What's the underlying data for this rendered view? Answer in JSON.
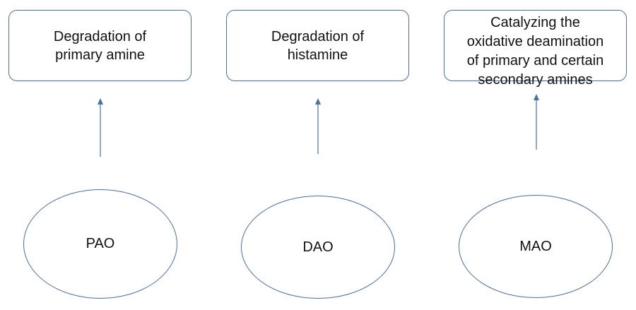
{
  "boxes": {
    "pao_function": "Degradation of\nprimary amine",
    "dao_function": "Degradation of\nhistamine",
    "mao_function": "Catalyzing the\noxidative deamination\nof primary and certain\nsecondary amines"
  },
  "nodes": {
    "pao": "PAO",
    "dao": "DAO",
    "mao": "MAO"
  },
  "colors": {
    "stroke": "#4a6fa5",
    "arrow": "#4a6fa5",
    "text": "#111111"
  }
}
